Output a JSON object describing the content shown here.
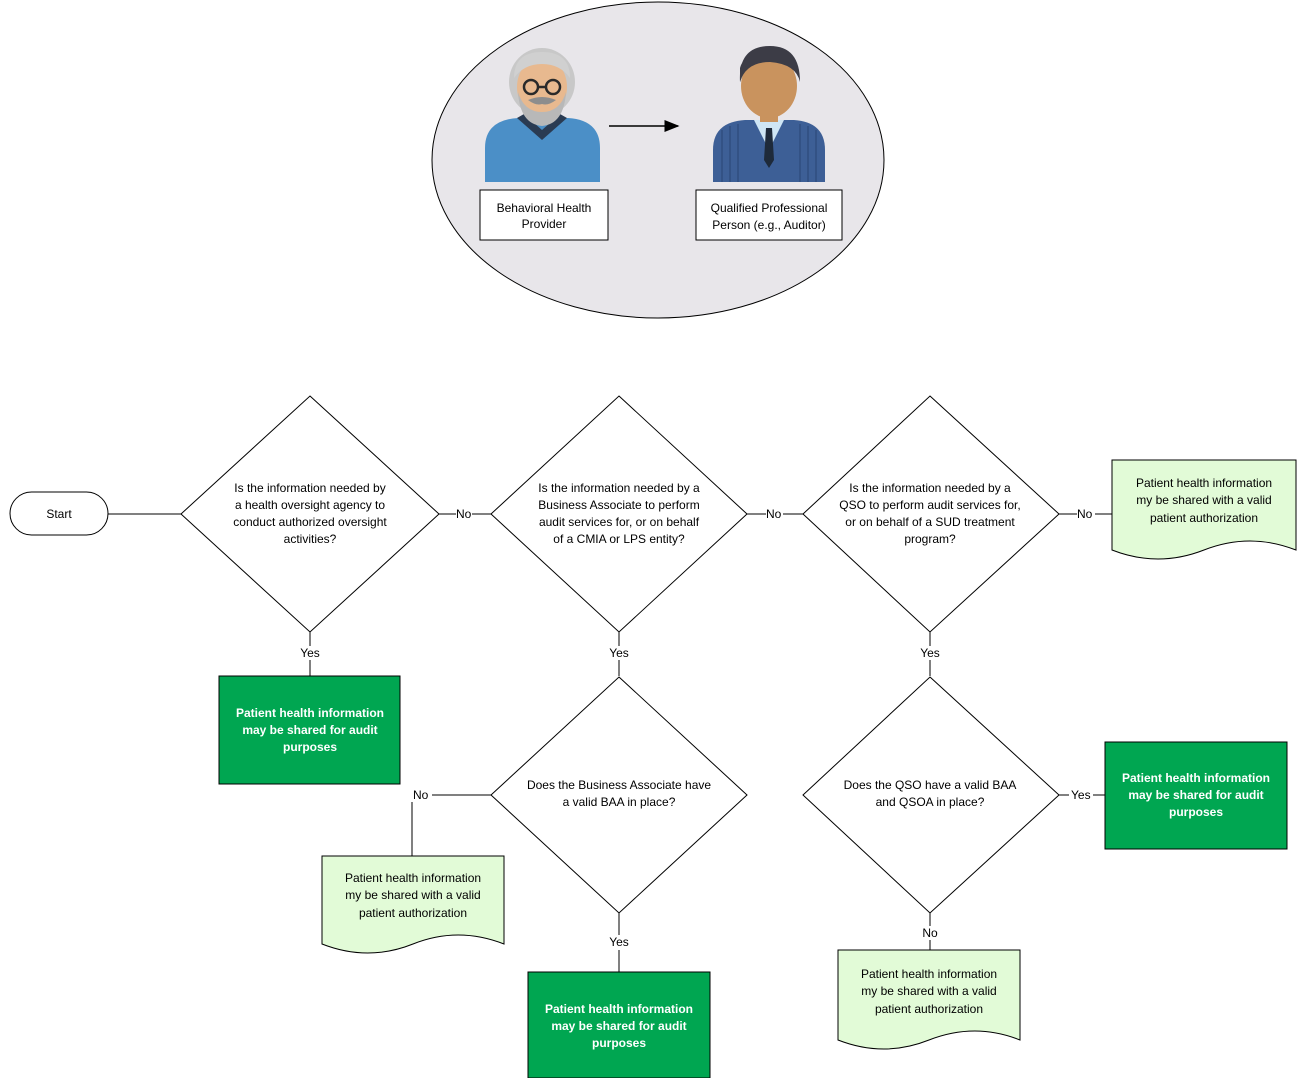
{
  "colors": {
    "ellipse_fill": "#e8e6ea",
    "result_dark": "#00a651",
    "result_light": "#e2fbd7",
    "line": "#000000"
  },
  "actors": {
    "provider_label": [
      "Behavioral Health",
      "Provider"
    ],
    "auditor_label": [
      "Qualified Professional",
      "Person (e.g., Auditor)"
    ]
  },
  "start_label": "Start",
  "decisions": {
    "d1": [
      "Is the information needed by",
      "a health oversight agency to",
      "conduct authorized oversight",
      "activities?"
    ],
    "d2": [
      "Is the information needed by a",
      "Business Associate to perform",
      "audit services for, or on behalf",
      "of a CMIA or LPS entity?"
    ],
    "d3": [
      "Is the information needed by a",
      "QSO to perform audit services for,",
      "or on behalf of a SUD treatment",
      "program?"
    ],
    "d4": [
      "Does the Business Associate have",
      "a valid BAA in place?"
    ],
    "d5": [
      "Does the QSO have a valid BAA",
      "and QSOA in place?"
    ]
  },
  "results": {
    "shared_audit": [
      "Patient health information",
      "may be shared for audit",
      "purposes"
    ],
    "shared_auth": [
      "Patient health information",
      "my be shared with a valid",
      "patient authorization"
    ]
  },
  "edge_labels": {
    "yes": "Yes",
    "no": "No"
  }
}
